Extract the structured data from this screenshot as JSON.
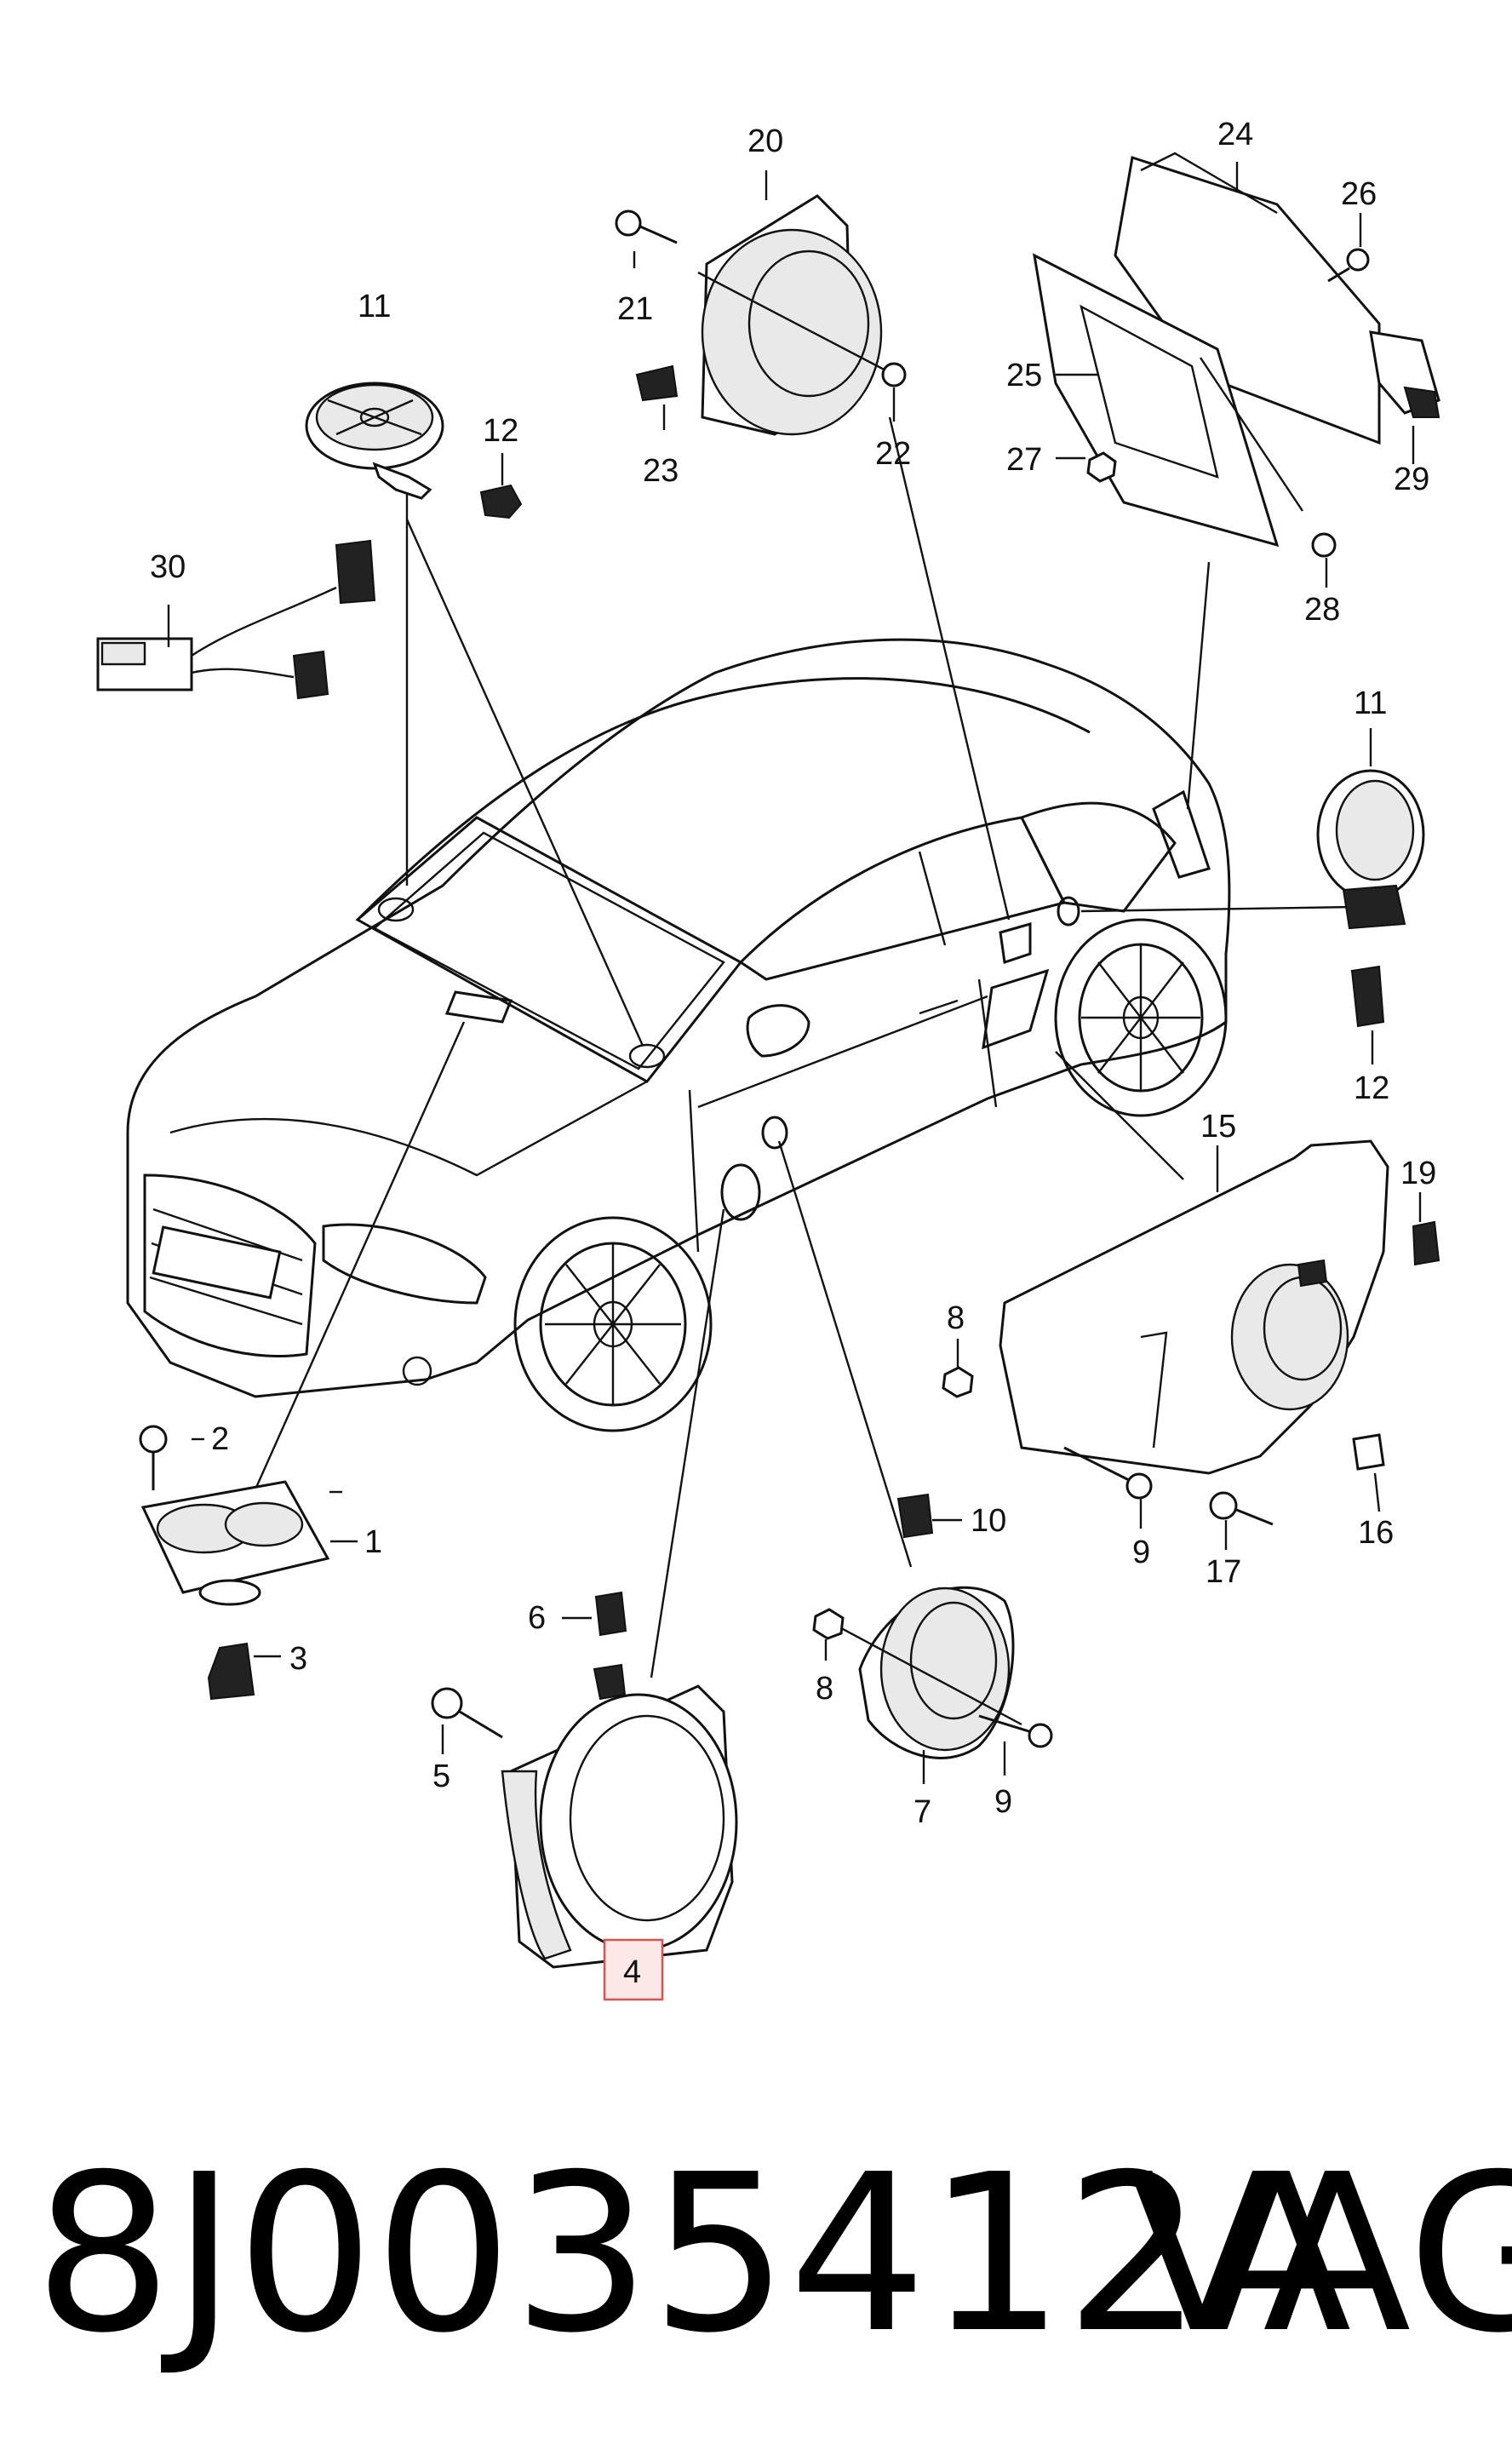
{
  "footer": {
    "part_number": "8J0035412A",
    "brand": "VAG"
  },
  "highlight": {
    "label": "4",
    "border_color": "#d9534f",
    "fill_color": "#fde8e8"
  },
  "callouts": {
    "c1": "1",
    "c2": "2",
    "c3": "3",
    "c4": "4",
    "c5": "5",
    "c6": "6",
    "c7": "7",
    "c8a": "8",
    "c8b": "8",
    "c9a": "9",
    "c9b": "9",
    "c10": "10",
    "c11a": "11",
    "c11b": "11",
    "c12a": "12",
    "c12b": "12",
    "c15": "15",
    "c16": "16",
    "c17": "17",
    "c19": "19",
    "c20": "20",
    "c21": "21",
    "c22": "22",
    "c23": "23",
    "c24": "24",
    "c25": "25",
    "c26": "26",
    "c27": "27",
    "c28": "28",
    "c29": "29",
    "c30": "30"
  }
}
